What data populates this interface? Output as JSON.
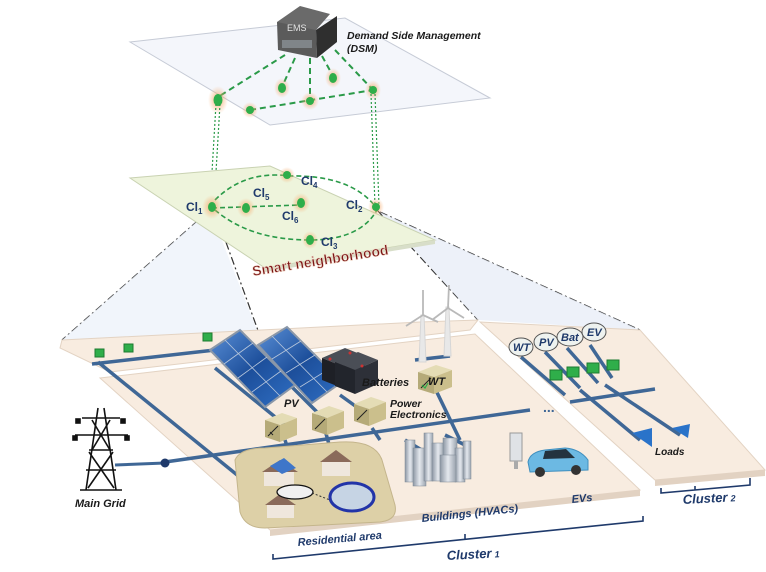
{
  "diagram": {
    "top_layer": {
      "ems_label": "EMS",
      "title_line1": "Demand Side Management",
      "title_line2": "(DSM)"
    },
    "middle_layer": {
      "title": "Smart neighborhood",
      "clusters": [
        {
          "id": "Cl",
          "sub": "1"
        },
        {
          "id": "Cl",
          "sub": "2"
        },
        {
          "id": "Cl",
          "sub": "3"
        },
        {
          "id": "Cl",
          "sub": "4"
        },
        {
          "id": "Cl",
          "sub": "5"
        },
        {
          "id": "Cl",
          "sub": "6"
        }
      ]
    },
    "bottom_layer": {
      "labels": {
        "wt": "WT",
        "pv": "PV",
        "batteries": "Batteries",
        "power_electronics_1": "Power",
        "power_electronics_2": "Electronics",
        "main_grid": "Main Grid",
        "residential": "Residential area",
        "buildings": "Buildings (HVACs)",
        "evs": "EVs",
        "loads": "Loads",
        "ellipsis": "..."
      },
      "cluster2_sources": [
        "WT",
        "PV",
        "Bat",
        "EV"
      ],
      "cluster1_label": {
        "name": "Cluster",
        "sub": "1"
      },
      "cluster2_label": {
        "name": "Cluster",
        "sub": "2"
      }
    },
    "colors": {
      "bus_line": "#3f6796",
      "node_green": "#2fae4a",
      "link_green": "#2a9a48",
      "glow": "#f5b27a",
      "ground": "#f8ece0",
      "smart_plane": "#eef4dc",
      "dsm_plane": "#f4f6fb",
      "label_blue": "#1f3a6b",
      "smart_text": "#7a1515"
    }
  }
}
